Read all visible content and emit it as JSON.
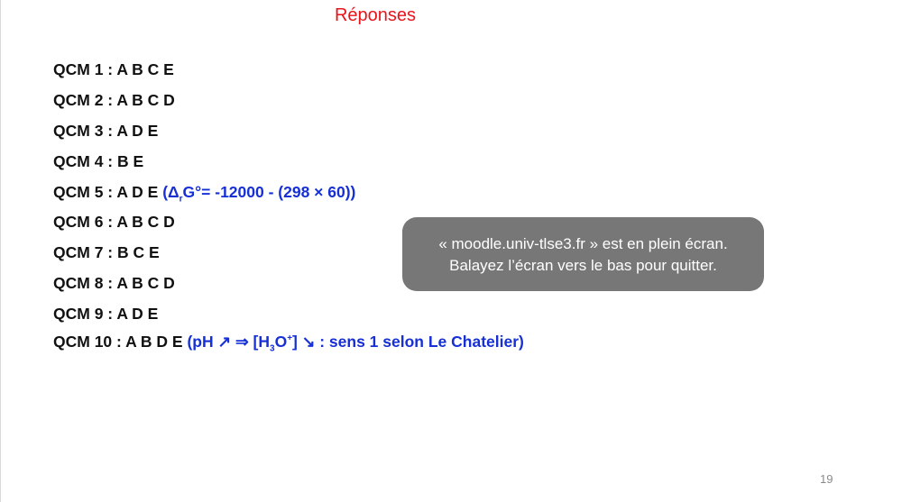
{
  "slide": {
    "title": "Réponses",
    "page_number": "19",
    "answers": [
      {
        "label": "QCM 1 : ",
        "letters": "A B C E"
      },
      {
        "label": "QCM 2 : ",
        "letters": "A B C D"
      },
      {
        "label": "QCM 3 : ",
        "letters": "A D E"
      },
      {
        "label": "QCM 4 : ",
        "letters": "B E"
      },
      {
        "label": "QCM 5 : ",
        "letters": "A D E",
        "note": {
          "open": " (Δ",
          "sub": "r",
          "rest": "G°= -12000 - (298 × 60))"
        }
      },
      {
        "label": "QCM 6 : ",
        "letters": "A B C D"
      },
      {
        "label": "QCM 7 : ",
        "letters": "B C E"
      },
      {
        "label": "QCM 8 : ",
        "letters": "A B C D"
      },
      {
        "label": "QCM 9 : ",
        "letters": "A D E"
      },
      {
        "label": "QCM 10 : ",
        "letters": "A B D E",
        "note": {
          "open": " (pH ↗ ⇒ [H",
          "sub": "3",
          "mid": "O",
          "sup": "+",
          "rest": "] ↘ : sens 1 selon Le Chatelier)"
        }
      }
    ]
  },
  "fullscreen_toast": {
    "line1": "« moodle.univ-tlse3.fr » est en plein écran.",
    "line2": "Balayez l’écran vers le bas pour quitter."
  },
  "colors": {
    "title": "#e8141b",
    "answer_text": "#111111",
    "note_text": "#1630d6",
    "toast_bg": "#707070",
    "toast_text": "#ffffff"
  }
}
